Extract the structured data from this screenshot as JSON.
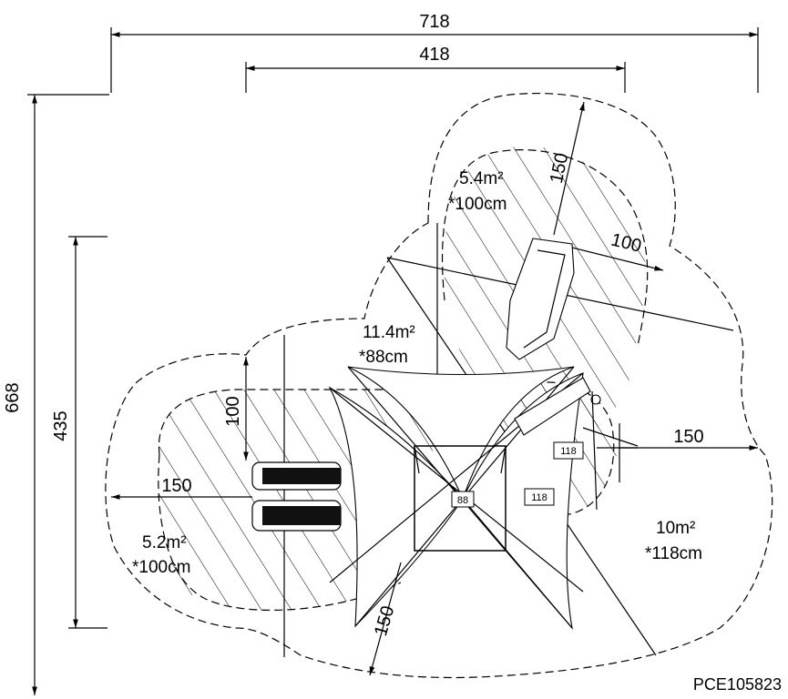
{
  "dimensions": {
    "overall_width": "718",
    "inner_width": "418",
    "overall_height": "668",
    "inner_height": "435",
    "clearance_top": "150",
    "clearance_slide": "100",
    "clearance_left_slide": "100",
    "clearance_right": "150",
    "clearance_left": "150",
    "clearance_bottom": "150"
  },
  "zones": {
    "top": {
      "area": "5.4m²",
      "height": "*100cm"
    },
    "middle": {
      "area": "11.4m²",
      "height": "*88cm"
    },
    "left": {
      "area": "5.2m²",
      "height": "*100cm"
    },
    "right": {
      "area": "10m²",
      "height": "*118cm"
    }
  },
  "platform_heights": {
    "center": "88",
    "right_upper": "118",
    "right_lower": "118"
  },
  "product_code": "PCE105823"
}
